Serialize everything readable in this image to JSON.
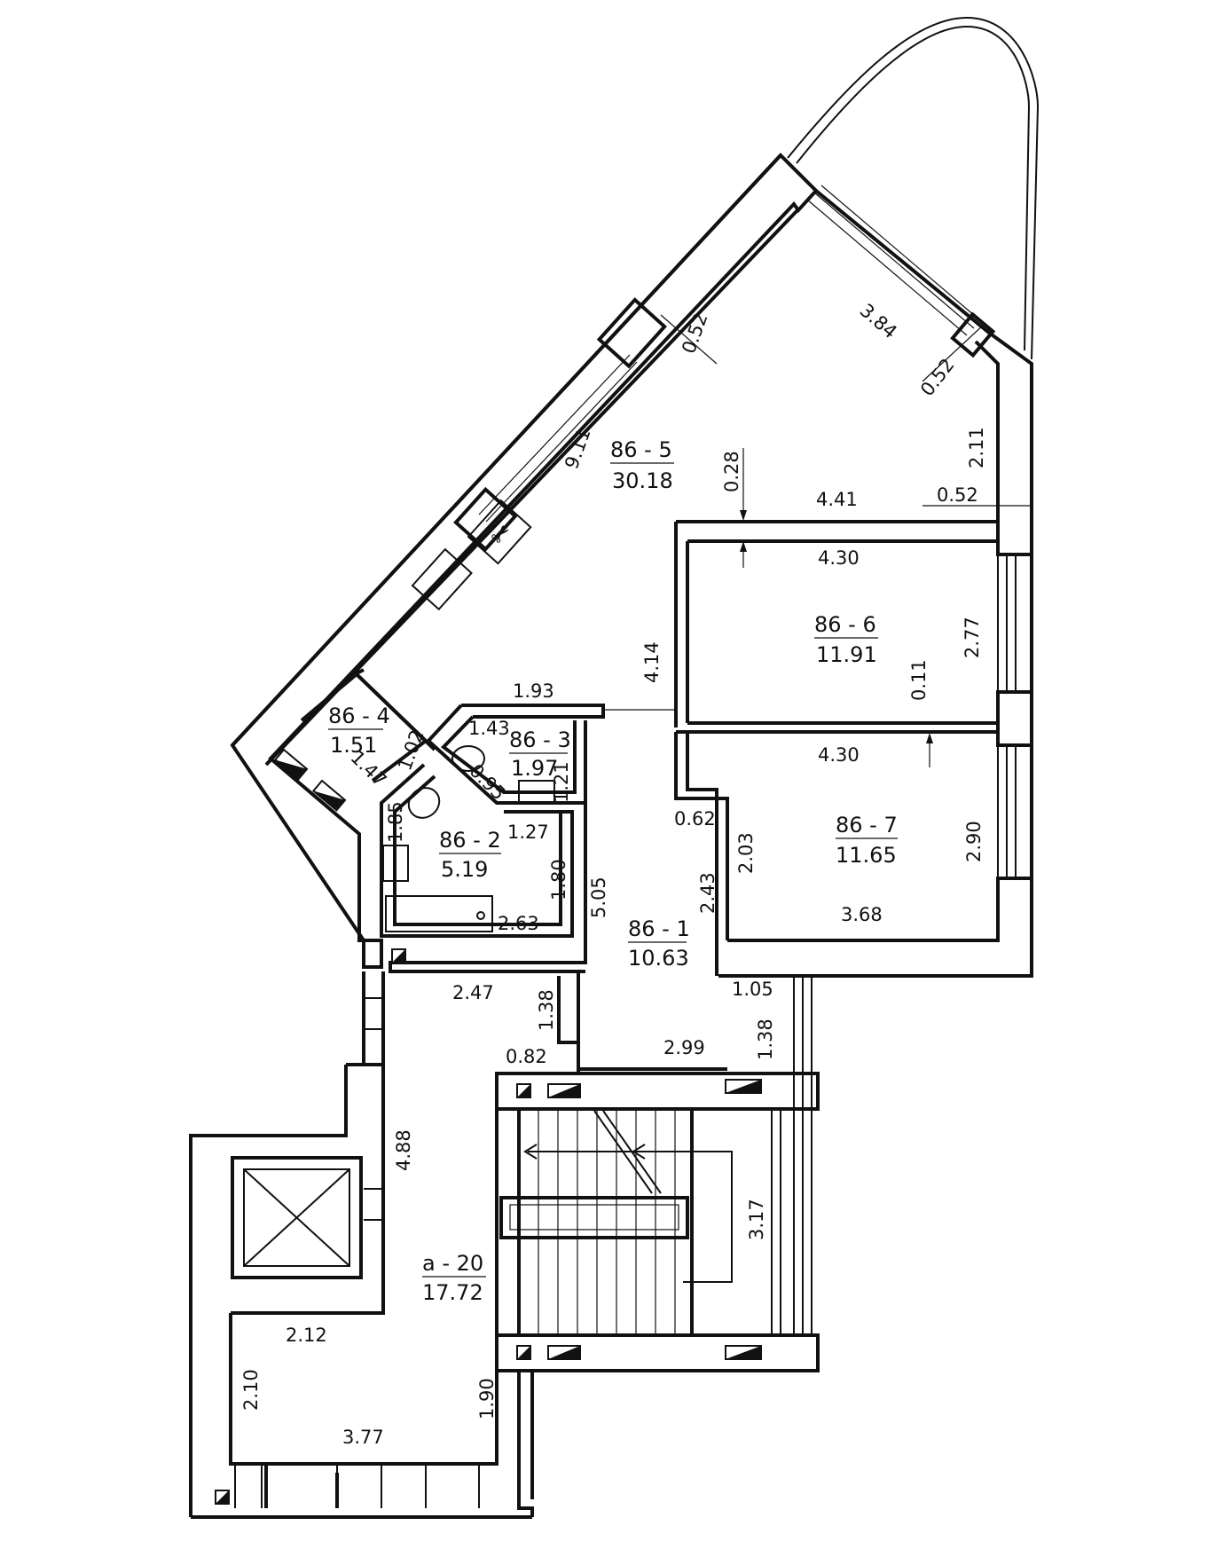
{
  "rooms": [
    {
      "id": "r5",
      "name": "86 - 5",
      "area": "30.18"
    },
    {
      "id": "r6",
      "name": "86 - 6",
      "area": "11.91"
    },
    {
      "id": "r7",
      "name": "86 - 7",
      "area": "11.65"
    },
    {
      "id": "r4",
      "name": "86 - 4",
      "area": "1.51"
    },
    {
      "id": "r3",
      "name": "86 - 3",
      "area": "1.97"
    },
    {
      "id": "r2",
      "name": "86 - 2",
      "area": "5.19"
    },
    {
      "id": "r1",
      "name": "86 - 1",
      "area": "10.63"
    },
    {
      "id": "a20",
      "name": "a - 20",
      "area": "17.72"
    }
  ],
  "dimensions": {
    "d_3_84": "3.84",
    "d_0_52_a": "0.52",
    "d_0_52_b": "0.52",
    "d_9_11": "9.11",
    "d_2_11": "2.11",
    "d_0_28": "0.28",
    "d_4_41": "4.41",
    "d_0_52_c": "0.52",
    "d_4_30_a": "4.30",
    "d_2_77": "2.77",
    "d_4_14": "4.14",
    "d_0_11": "0.11",
    "d_1_93": "1.93",
    "d_4_30_b": "4.30",
    "d_1_43": "1.43",
    "d_1_02": "1.02",
    "d_1_47": "1.47",
    "d_0_95": "0.95",
    "d_1_21": "1.21",
    "d_0_62": "0.62",
    "d_2_90": "2.90",
    "d_1_85": "1.85",
    "d_1_27": "1.27",
    "d_2_03": "2.03",
    "d_1_80": "1.80",
    "d_5_05": "5.05",
    "d_2_43": "2.43",
    "d_3_68": "3.68",
    "d_2_63": "2.63",
    "d_2_47": "2.47",
    "d_1_05": "1.05",
    "d_1_38_a": "1.38",
    "d_1_38_b": "1.38",
    "d_0_82": "0.82",
    "d_2_99": "2.99",
    "d_4_88": "4.88",
    "d_3_17": "3.17",
    "d_2_12": "2.12",
    "d_2_10": "2.10",
    "d_1_90": "1.90",
    "d_3_77": "3.77"
  }
}
